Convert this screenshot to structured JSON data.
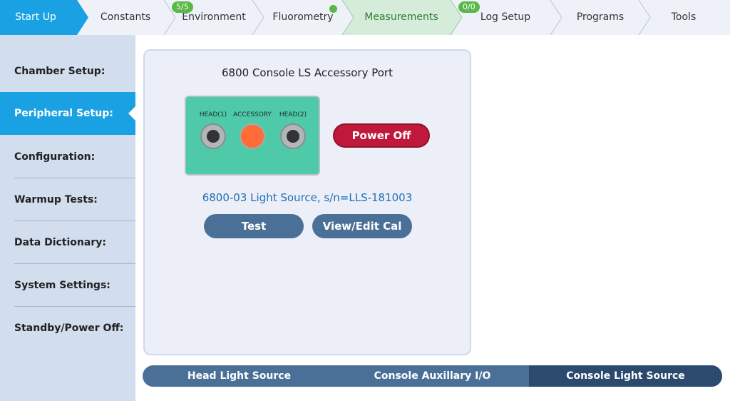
{
  "topnav": {
    "tabs": [
      {
        "label": "Start Up",
        "state": "active"
      },
      {
        "label": "Constants",
        "state": "normal"
      },
      {
        "label": "Environment",
        "state": "normal",
        "badge": "5/5"
      },
      {
        "label": "Fluorometry",
        "state": "normal",
        "dot": true
      },
      {
        "label": "Measurements",
        "state": "current"
      },
      {
        "label": "Log Setup",
        "state": "normal",
        "badge": "0/0"
      },
      {
        "label": "Programs",
        "state": "normal"
      },
      {
        "label": "Tools",
        "state": "normal"
      }
    ]
  },
  "sidebar": {
    "items": [
      {
        "label": "Chamber Setup:"
      },
      {
        "label": "Peripheral Setup:",
        "active": true
      },
      {
        "label": "Configuration:"
      },
      {
        "label": "Warmup Tests:"
      },
      {
        "label": "Data Dictionary:"
      },
      {
        "label": "System Settings:"
      },
      {
        "label": "Standby/Power Off:"
      }
    ]
  },
  "panel": {
    "title": "6800 Console LS Accessory Port",
    "ports": [
      {
        "label": "HEAD(1)",
        "lit": false
      },
      {
        "label": "ACCESSORY",
        "lit": true
      },
      {
        "label": "HEAD(2)",
        "lit": false
      }
    ],
    "power_button": "Power Off",
    "device_info": "6800-03 Light Source, s/n=LLS-181003",
    "test_button": "Test",
    "view_cal_button": "View/Edit Cal"
  },
  "segments": {
    "items": [
      {
        "label": "Head Light Source"
      },
      {
        "label": "Console Auxillary I/O"
      },
      {
        "label": "Console Light Source",
        "active": true
      }
    ]
  },
  "colors": {
    "active_tab": "#1aa1e3",
    "current_tab": "#d4ecd9",
    "badge": "#5ab848",
    "power": "#c0183a",
    "button": "#4b7098",
    "segment_active": "#2c4a6e"
  }
}
